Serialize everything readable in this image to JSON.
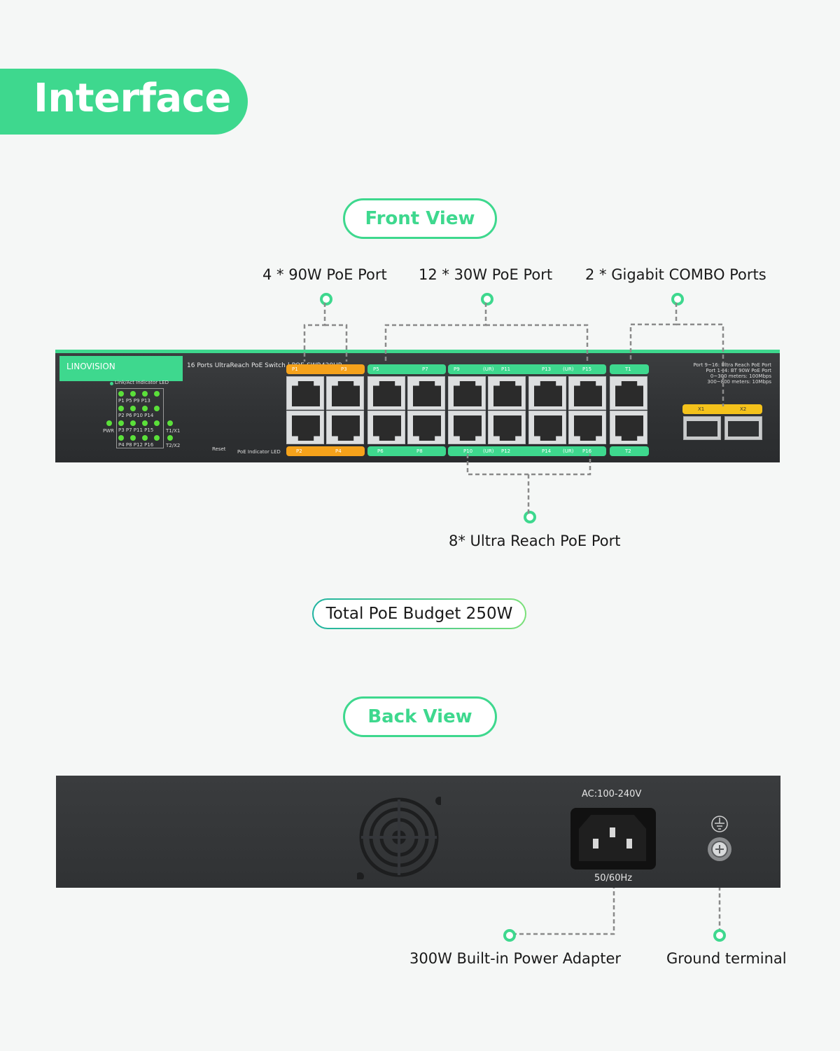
{
  "header": {
    "title": "Interface"
  },
  "colors": {
    "accent": "#3ed88e",
    "poe90": "#f5a21b",
    "sfp": "#f4c21b",
    "chassis": "#2f3133"
  },
  "front_view": {
    "title": "Front View",
    "callouts": {
      "poe90": "4 * 90W PoE Port",
      "poe30": "12 * 30W PoE Port",
      "combo": "2 * Gigabit COMBO Ports",
      "ultra": "8* Ultra Reach PoE Port"
    },
    "device": {
      "brand": "LINOVISION",
      "model": "16 Ports UltraReach PoE Switch | POE-SWR420UR",
      "led_title": "Link/Act Indicator LED",
      "led_rows": [
        "P1   P5   P9  P13",
        "P2   P6  P10 P14",
        "P3   P7  P11 P15",
        "P4   P8  P12 P16"
      ],
      "pwr": "PWR",
      "t1x1": "T1/X1",
      "t2x2": "T2/X2",
      "reset": "Reset",
      "poe_led": "PoE Indicator LED",
      "top_labels": {
        "p1": "P1",
        "p3": "P3",
        "p5": "P5",
        "p7": "P7",
        "p9": "P9",
        "ur1": "(UR)",
        "p11": "P11",
        "p13": "P13",
        "ur2": "(UR)",
        "p15": "P15",
        "t1": "T1"
      },
      "bottom_labels": {
        "p2": "P2",
        "p4": "P4",
        "p6": "P6",
        "p8": "P8",
        "p10": "P10",
        "ur3": "(UR)",
        "p12": "P12",
        "p14": "P14",
        "ur4": "(UR)",
        "p16": "P16",
        "t2": "T2"
      },
      "sfp_labels": {
        "x1": "X1",
        "x2": "X2"
      },
      "notes": [
        "Port 9~16: Ultra Reach PoE Port",
        "Port 1~4: BT 90W PoE Port",
        "0~300 meters: 100Mbps",
        "300~800 meters: 10Mbps"
      ]
    }
  },
  "budget": {
    "label": "Total PoE Budget 250W"
  },
  "back_view": {
    "title": "Back View",
    "ac_top": "AC:100-240V",
    "ac_bottom": "50/60Hz",
    "callouts": {
      "power": "300W Built-in Power Adapter",
      "ground": "Ground terminal"
    }
  }
}
